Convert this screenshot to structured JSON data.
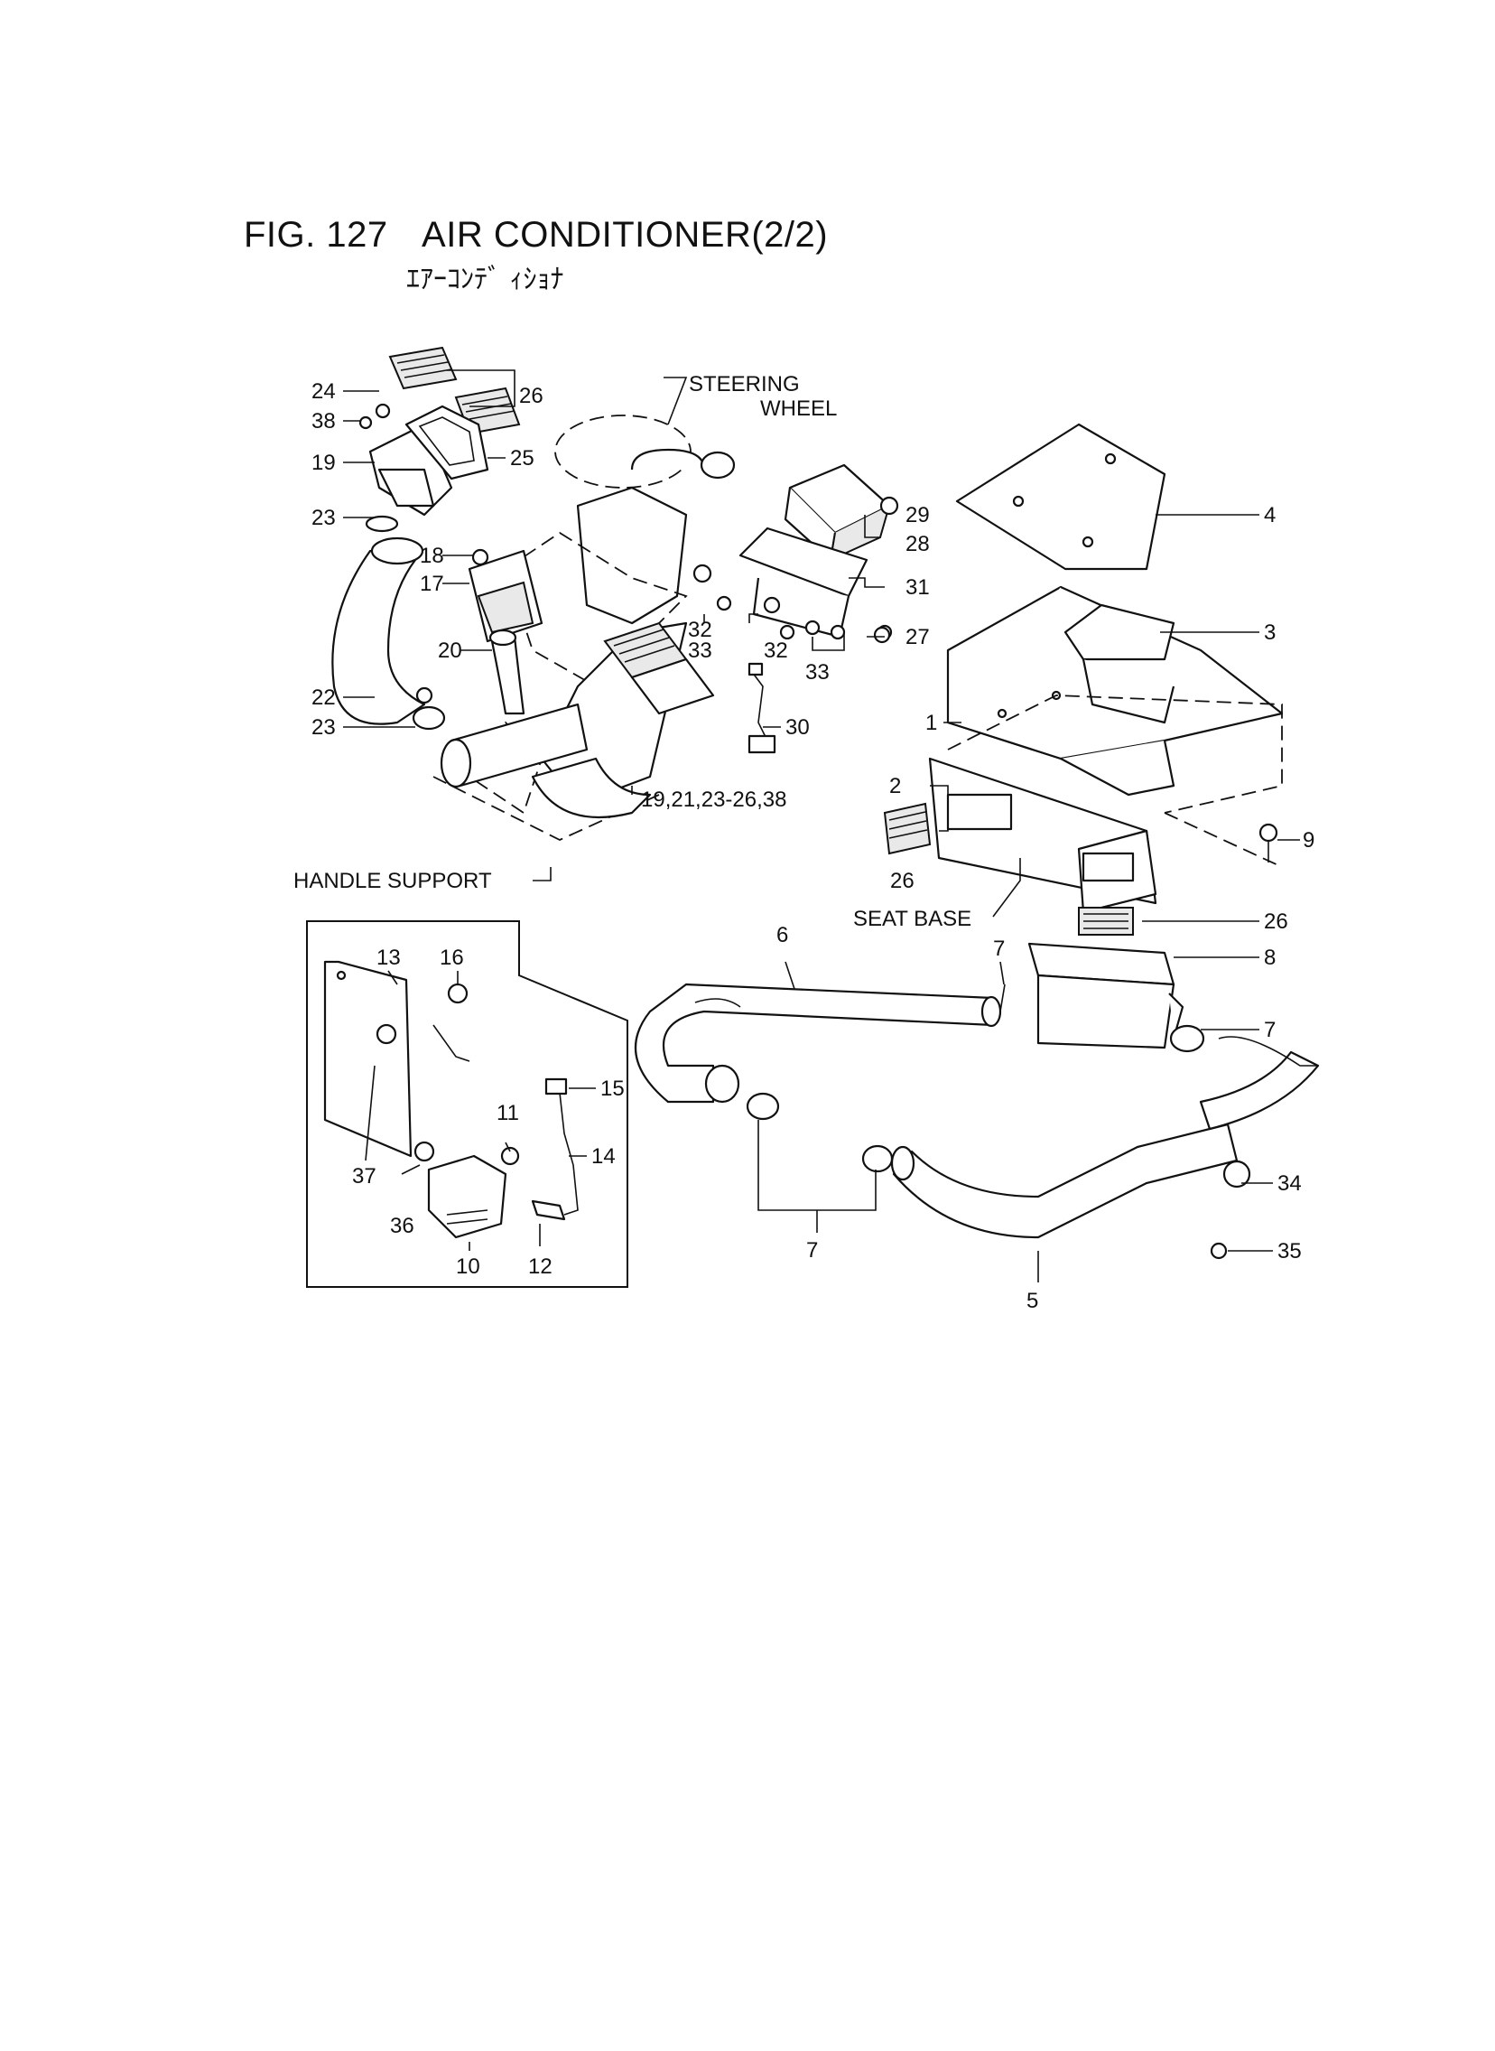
{
  "figure": {
    "number": "FIG. 127",
    "title": "AIR CONDITIONER(2/2)",
    "subtitle": "ｴｱｰｺﾝﾃﾞ ｨｼｮﾅ"
  },
  "captions": {
    "steering_wheel_1": "STEERING",
    "steering_wheel_2": "WHEEL",
    "handle_support": "HANDLE SUPPORT",
    "seat_base": "SEAT BASE",
    "group_ref": "19,21,23-26,38"
  },
  "callouts": {
    "c24": "24",
    "c38": "38",
    "c26a": "26",
    "c25": "25",
    "c19": "19",
    "c23a": "23",
    "c18": "18",
    "c17": "17",
    "c20": "20",
    "c22": "22",
    "c23b": "23",
    "c32a": "32",
    "c33a": "33",
    "c32b": "32",
    "c33b": "33",
    "c29": "29",
    "c28": "28",
    "c31": "31",
    "c27": "27",
    "c30": "30",
    "c4": "4",
    "c3": "3",
    "c1": "1",
    "c2": "2",
    "c9": "9",
    "c26b": "26",
    "c26c": "26",
    "c6": "6",
    "c7a": "7",
    "c8": "8",
    "c7b": "7",
    "c7c": "7",
    "c34": "34",
    "c35": "35",
    "c5": "5",
    "c13": "13",
    "c16": "16",
    "c15": "15",
    "c11": "11",
    "c14": "14",
    "c37": "37",
    "c36": "36",
    "c10": "10",
    "c12": "12"
  }
}
